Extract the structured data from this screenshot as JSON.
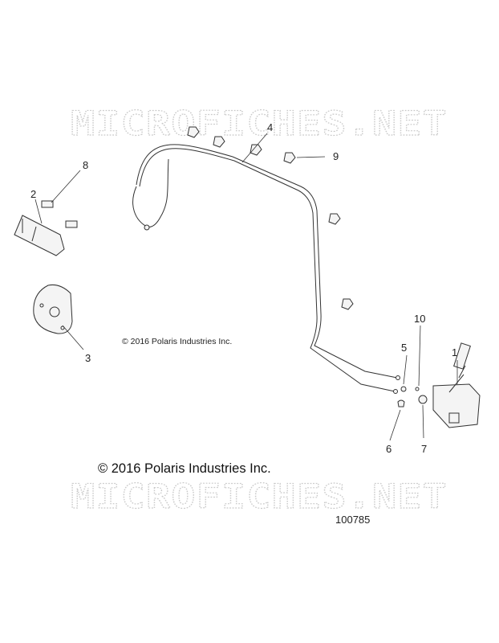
{
  "watermark": {
    "text": "MICROFICHES.NET"
  },
  "copyright": {
    "small": "© 2016 Polaris Industries Inc.",
    "large": "© 2016 Polaris Industries Inc."
  },
  "figure_number": "100785",
  "callouts": {
    "c1": "1",
    "c2": "2",
    "c3": "3",
    "c4": "4",
    "c5": "5",
    "c6": "6",
    "c7": "7",
    "c8": "8",
    "c9": "9",
    "c10": "10"
  }
}
